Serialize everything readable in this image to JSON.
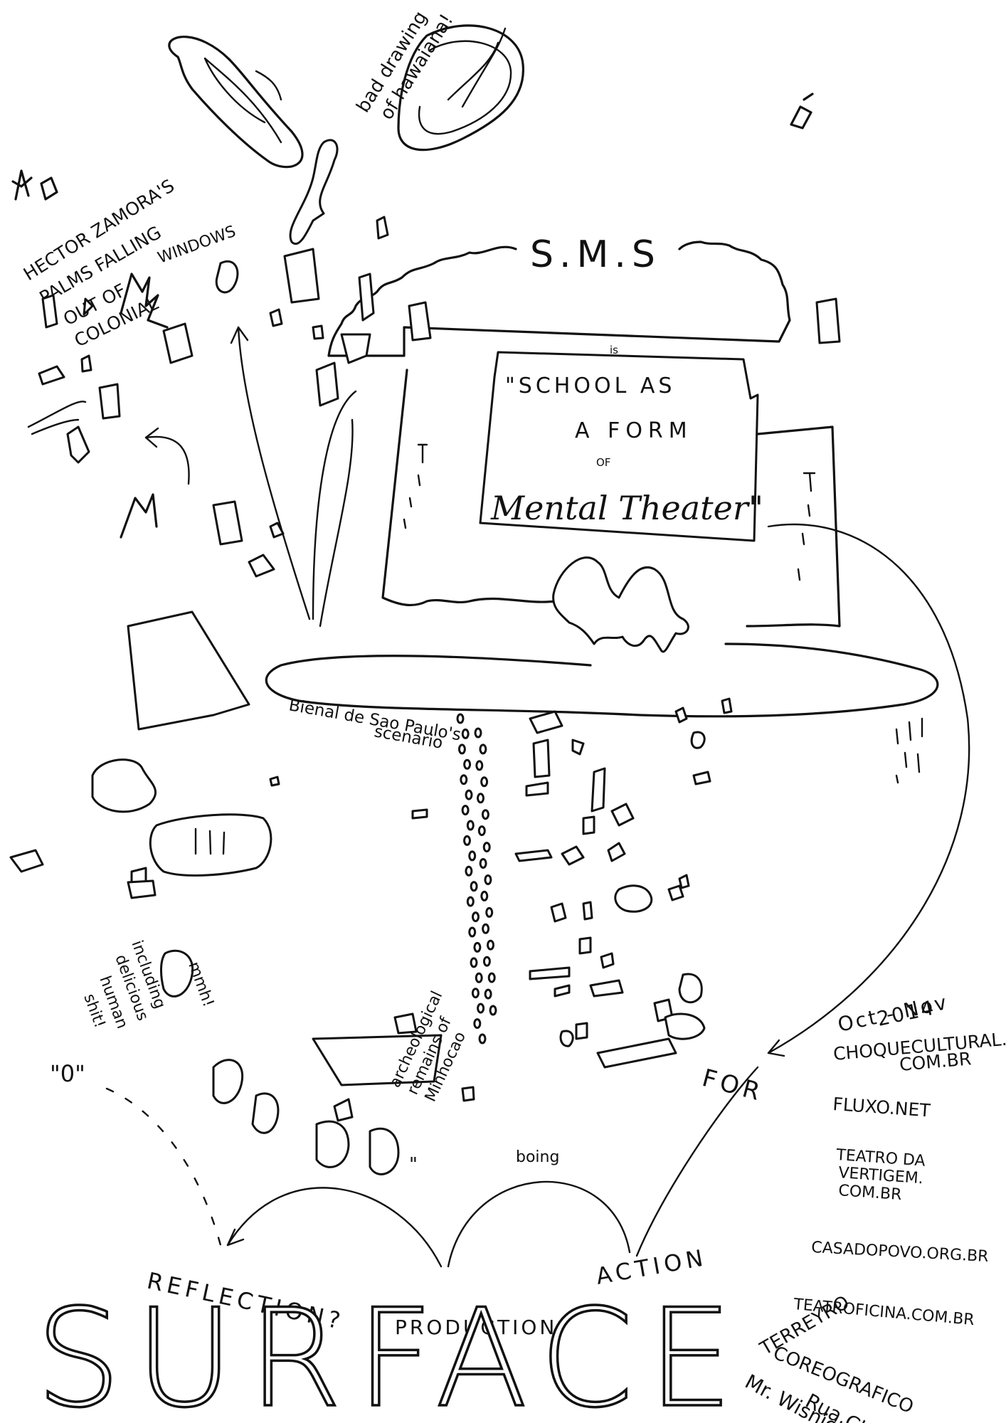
{
  "header": {
    "sms": "S.M.S",
    "is": "is",
    "line1": "\"SCHOOL AS",
    "line2": "A FORM",
    "of": "OF",
    "line3": "Mental Theater\""
  },
  "annotations": {
    "hawaiana": [
      "bad drawing",
      "of hawaiana!"
    ],
    "hector": [
      "HECTOR ZAMORA'S",
      "PALMS FALLING",
      "OUT OF",
      "COLONIAL"
    ],
    "windows": "WINDOWS",
    "bienal": [
      "Bienal de Sao Paulo's",
      "scenario"
    ],
    "shit": [
      "mmh!",
      "including",
      "delicious",
      "human",
      "shit!"
    ],
    "archeo": [
      "archeological",
      "remains of",
      "Minhocao"
    ],
    "boing": "boing",
    "zero": "\"0\"",
    "quote_mark": "\""
  },
  "flow": {
    "reflection": "REFLECTION?",
    "production": "PRODUCTION",
    "action": "ACTION",
    "for_label": "FOR",
    "surface": "SURFACE"
  },
  "info": {
    "dates": [
      "Oct - Nov",
      "2014"
    ],
    "links": [
      "CHOQUECULTURAL.",
      "COM.BR",
      "FLUXO.NET",
      "TEATRO DA",
      "VERTIGEM.",
      "COM.BR",
      "CASADOPOVO.ORG.BR",
      "TEATROFICINA.COM.BR",
      "TERREYRO",
      "COREOGRAFICO",
      "Mr. Wisnick's talks",
      "Rua Chui"
    ]
  },
  "colors": {
    "ink": "#111111",
    "paper": "#ffffff"
  }
}
